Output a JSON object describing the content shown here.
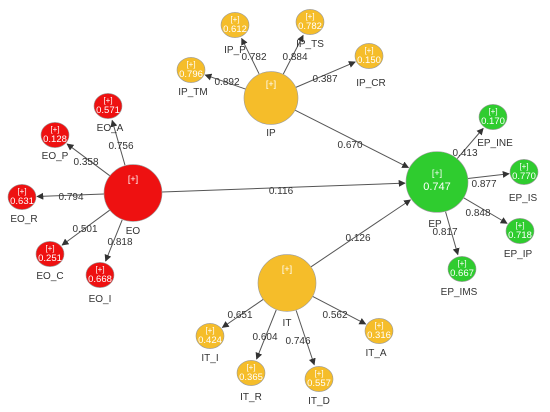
{
  "colors": {
    "eo": "#ee1111",
    "ip_it": "#f5bd2a",
    "ep": "#2fcc2f",
    "edge": "#555555",
    "text_on_node": "#ffffff"
  },
  "constructs": [
    {
      "id": "EO",
      "name": "EO",
      "color": "eo"
    },
    {
      "id": "IP",
      "name": "IP",
      "color": "ip_it"
    },
    {
      "id": "IT",
      "name": "IT",
      "color": "ip_it"
    },
    {
      "id": "EP",
      "name": "EP",
      "color": "ep",
      "value": "0.747"
    }
  ],
  "indicators": [
    {
      "id": "EO_A",
      "name": "EO_A",
      "value": "0.571",
      "construct": "EO",
      "loading": "0.756"
    },
    {
      "id": "EO_P",
      "name": "EO_P",
      "value": "0.128",
      "construct": "EO",
      "loading": "0.358"
    },
    {
      "id": "EO_R",
      "name": "EO_R",
      "value": "0.631",
      "construct": "EO",
      "loading": "0.794"
    },
    {
      "id": "EO_C",
      "name": "EO_C",
      "value": "0.251",
      "construct": "EO",
      "loading": "0.501"
    },
    {
      "id": "EO_I",
      "name": "EO_I",
      "value": "0.668",
      "construct": "EO",
      "loading": "0.818"
    },
    {
      "id": "IP_P",
      "name": "IP_P",
      "value": "0.612",
      "construct": "IP",
      "loading": "0.782"
    },
    {
      "id": "IP_TS",
      "name": "IP_TS",
      "value": "0.782",
      "construct": "IP",
      "loading": "0.884"
    },
    {
      "id": "IP_TM",
      "name": "IP_TM",
      "value": "0.796",
      "construct": "IP",
      "loading": "0.892"
    },
    {
      "id": "IP_CR",
      "name": "IP_CR",
      "value": "0.150",
      "construct": "IP",
      "loading": "0.387"
    },
    {
      "id": "EP_INE",
      "name": "EP_INE",
      "value": "0.170",
      "construct": "EP",
      "loading": "0.413"
    },
    {
      "id": "EP_IS",
      "name": "EP_IS",
      "value": "0.770",
      "construct": "EP",
      "loading": "0.877"
    },
    {
      "id": "EP_IP",
      "name": "EP_IP",
      "value": "0.718",
      "construct": "EP",
      "loading": "0.848"
    },
    {
      "id": "EP_IMS",
      "name": "EP_IMS",
      "value": "0.667",
      "construct": "EP",
      "loading": "0.817"
    },
    {
      "id": "IT_I",
      "name": "IT_I",
      "value": "0.424",
      "construct": "IT",
      "loading": "0.651"
    },
    {
      "id": "IT_R",
      "name": "IT_R",
      "value": "0.365",
      "construct": "IT",
      "loading": "0.604"
    },
    {
      "id": "IT_D",
      "name": "IT_D",
      "value": "0.557",
      "construct": "IT",
      "loading": "0.746"
    },
    {
      "id": "IT_A",
      "name": "IT_A",
      "value": "0.316",
      "construct": "IT",
      "loading": "0.562"
    }
  ],
  "paths": [
    {
      "from": "IP",
      "to": "EP",
      "coef": "0.670"
    },
    {
      "from": "EO",
      "to": "EP",
      "coef": "0.116"
    },
    {
      "from": "IT",
      "to": "EP",
      "coef": "0.126"
    }
  ],
  "expand_marker": "[+]"
}
